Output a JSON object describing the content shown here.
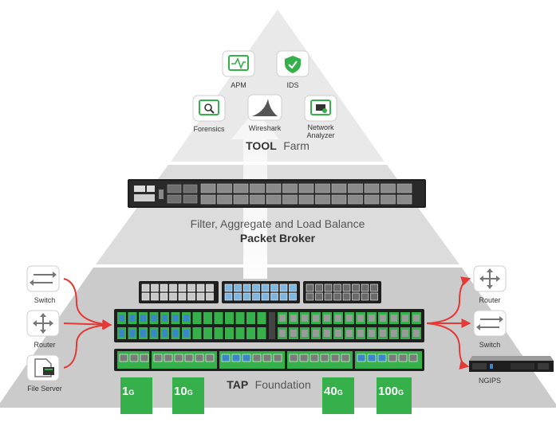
{
  "colors": {
    "pyramid_top": "#e9e9e9",
    "pyramid_mid": "#d9d9d9",
    "pyramid_base": "#c8c8c8",
    "accent_green": "#35b04a",
    "connector_red": "#e53935",
    "device_dark": "#1e1e1e",
    "port_blue": "#3a86c8"
  },
  "tool_farm": {
    "tools": [
      {
        "label": "APM",
        "icon": "apm-monitor-icon"
      },
      {
        "label": "IDS",
        "icon": "ids-shield-icon"
      },
      {
        "label": "Forensics",
        "icon": "forensics-magnifier-icon"
      },
      {
        "label": "Wireshark",
        "icon": "wireshark-fin-icon"
      },
      {
        "label_line1": "Network",
        "label_line2": "Analyzer",
        "icon": "network-analyzer-icon"
      }
    ],
    "title_bold": "TOOL",
    "title_rest": "Farm"
  },
  "packet_broker": {
    "line1": "Filter, Aggregate and Load Balance",
    "line2": "Packet Broker"
  },
  "tap_foundation": {
    "title_bold": "TAP",
    "title_rest": "Foundation",
    "speeds": [
      {
        "num": "1",
        "unit": "G"
      },
      {
        "num": "10",
        "unit": "G"
      },
      {
        "num": "40",
        "unit": "G"
      },
      {
        "num": "100",
        "unit": "G"
      }
    ]
  },
  "left_devices": [
    {
      "label": "Switch",
      "icon": "switch-arrows-icon"
    },
    {
      "label": "Router",
      "icon": "router-arrows-icon"
    },
    {
      "label": "File Server",
      "icon": "file-server-icon"
    }
  ],
  "right_devices": [
    {
      "label": "Router",
      "icon": "router-arrows-icon"
    },
    {
      "label": "Switch",
      "icon": "switch-arrows-icon"
    },
    {
      "label": "NGIPS",
      "icon": "ngips-appliance-icon"
    }
  ]
}
